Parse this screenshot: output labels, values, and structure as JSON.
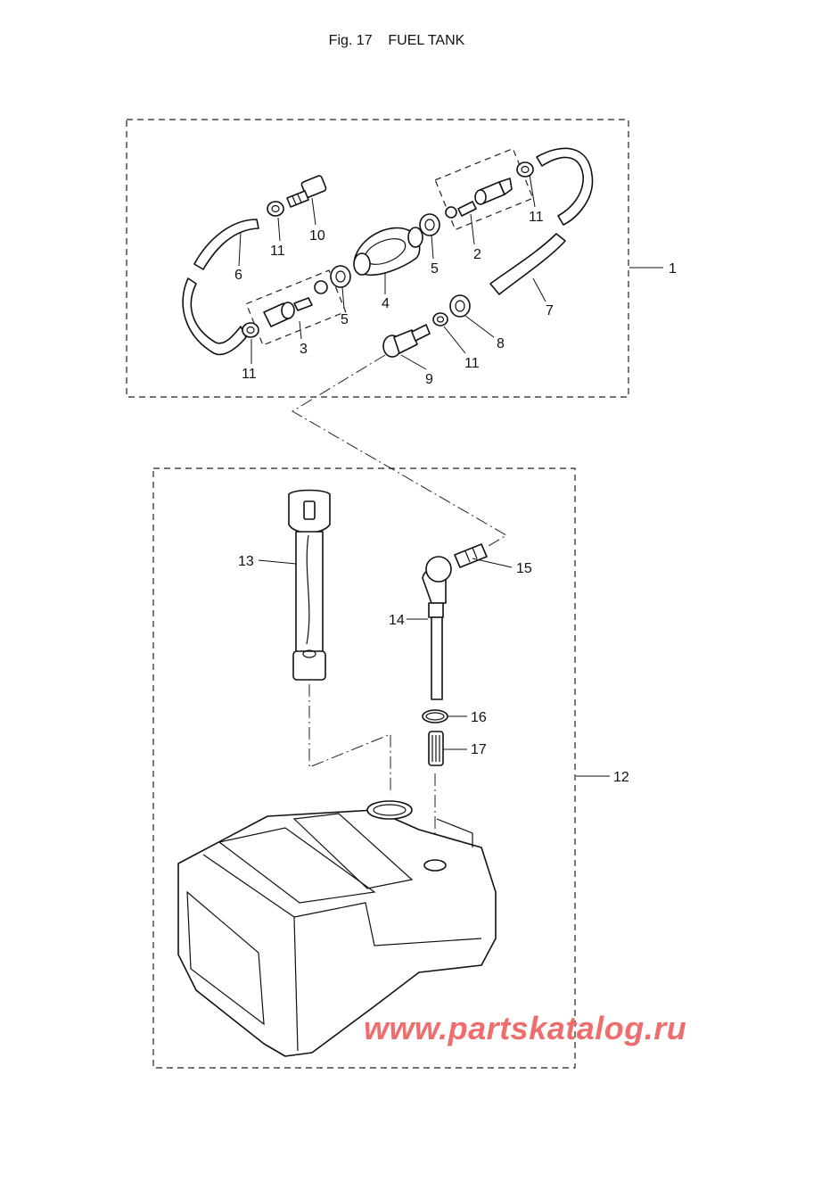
{
  "header": {
    "figure_label": "Fig. 17",
    "title": "FUEL TANK"
  },
  "callouts": {
    "c1": "1",
    "c2": "2",
    "c3": "3",
    "c4": "4",
    "c5a": "5",
    "c5b": "5",
    "c6": "6",
    "c7": "7",
    "c8": "8",
    "c9": "9",
    "c10": "10",
    "c11a": "11",
    "c11b": "11",
    "c11c": "11",
    "c11d": "11",
    "c12": "12",
    "c13": "13",
    "c14": "14",
    "c15": "15",
    "c16": "16",
    "c17": "17"
  },
  "watermark": "www.partskatalog.ru"
}
